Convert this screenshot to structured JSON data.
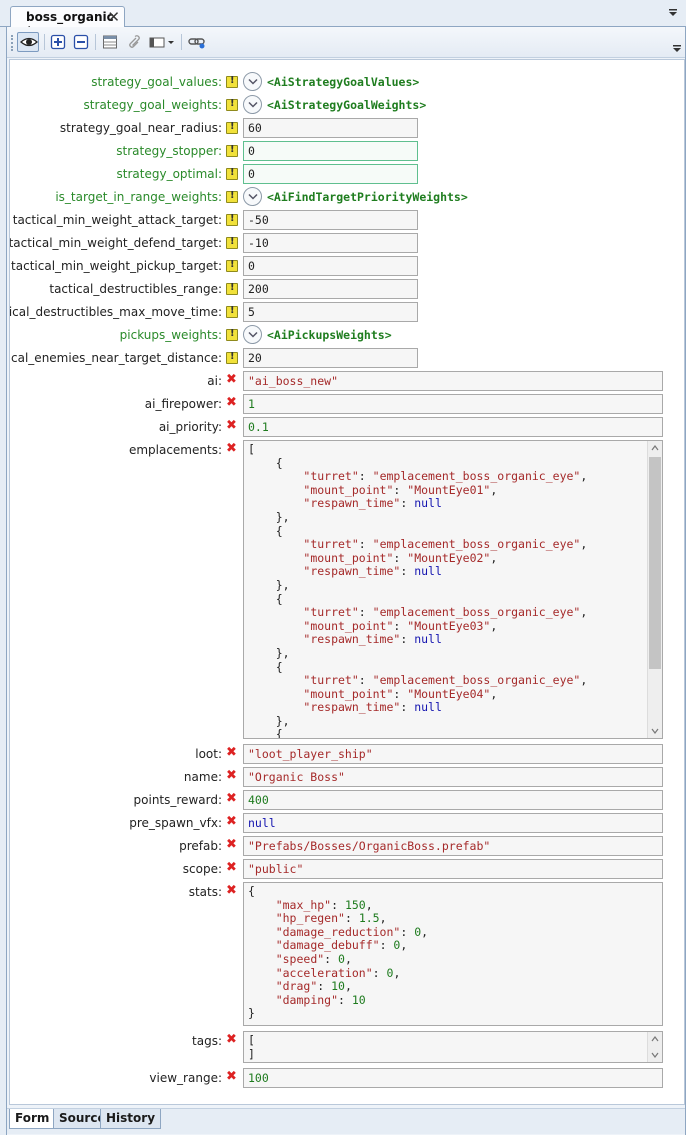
{
  "document_tab": {
    "title": "boss_organic *"
  },
  "toolbar": {
    "buttons": [
      "eye-icon",
      "plus-icon",
      "minus-icon",
      "table-icon",
      "paperclip-icon",
      "property-icon",
      "link-icon"
    ]
  },
  "colors": {
    "label_green": "#2a8a2a",
    "number": "#1e7b1e",
    "string": "#a52a2a",
    "null": "#1515b0",
    "error": "#dd2222"
  },
  "fields": [
    {
      "label": "strategy_goal_values:",
      "green": true,
      "badge": "warn",
      "kind": "object",
      "type": "<AiStrategyGoalValues>"
    },
    {
      "label": "strategy_goal_weights:",
      "green": true,
      "badge": "warn",
      "kind": "object",
      "type": "<AiStrategyGoalWeights>"
    },
    {
      "label": "strategy_goal_near_radius:",
      "green": false,
      "badge": "warn",
      "kind": "short",
      "value": "60",
      "vclass": "v-plain"
    },
    {
      "label": "strategy_stopper:",
      "green": true,
      "badge": "warn",
      "kind": "short",
      "value": "0",
      "vclass": "v-plain",
      "highlight": true
    },
    {
      "label": "strategy_optimal:",
      "green": true,
      "badge": "warn",
      "kind": "short",
      "value": "0",
      "vclass": "v-plain",
      "highlight": true
    },
    {
      "label": "is_target_in_range_weights:",
      "green": true,
      "badge": "warn",
      "kind": "object",
      "type": "<AiFindTargetPriorityWeights>"
    },
    {
      "label": "tactical_min_weight_attack_target:",
      "green": false,
      "badge": "warn",
      "kind": "short",
      "value": "-50",
      "vclass": "v-plain"
    },
    {
      "label": "tactical_min_weight_defend_target:",
      "green": false,
      "badge": "warn",
      "kind": "short",
      "value": "-10",
      "vclass": "v-plain"
    },
    {
      "label": "tactical_min_weight_pickup_target:",
      "green": false,
      "badge": "warn",
      "kind": "short",
      "value": "0",
      "vclass": "v-plain"
    },
    {
      "label": "tactical_destructibles_range:",
      "green": false,
      "badge": "warn",
      "kind": "short",
      "value": "200",
      "vclass": "v-plain"
    },
    {
      "label": "tactical_destructibles_max_move_time:",
      "green": false,
      "badge": "warn",
      "kind": "short",
      "value": "5",
      "vclass": "v-plain"
    },
    {
      "label": "pickups_weights:",
      "green": true,
      "badge": "warn",
      "kind": "object",
      "type": "<AiPickupsWeights>"
    },
    {
      "label": "tactical_enemies_near_target_distance:",
      "green": false,
      "badge": "warn",
      "kind": "short",
      "value": "20",
      "vclass": "v-plain"
    },
    {
      "label": "ai:",
      "green": false,
      "badge": "err",
      "kind": "long",
      "value": "\"ai_boss_new\"",
      "vclass": "v-str"
    },
    {
      "label": "ai_firepower:",
      "green": false,
      "badge": "err",
      "kind": "long",
      "value": "1",
      "vclass": "v-num"
    },
    {
      "label": "ai_priority:",
      "green": false,
      "badge": "err",
      "kind": "long",
      "value": "0.1",
      "vclass": "v-num"
    },
    {
      "label": "emplacements:",
      "green": false,
      "badge": "err",
      "kind": "code",
      "code": "emplacements"
    },
    {
      "label": "loot:",
      "green": false,
      "badge": "err",
      "kind": "long",
      "value": "\"loot_player_ship\"",
      "vclass": "v-str"
    },
    {
      "label": "name:",
      "green": false,
      "badge": "err",
      "kind": "long",
      "value": "\"Organic Boss\"",
      "vclass": "v-str"
    },
    {
      "label": "points_reward:",
      "green": false,
      "badge": "err",
      "kind": "long",
      "value": "400",
      "vclass": "v-num"
    },
    {
      "label": "pre_spawn_vfx:",
      "green": false,
      "badge": "err",
      "kind": "long",
      "value": "null",
      "vclass": "v-null"
    },
    {
      "label": "prefab:",
      "green": false,
      "badge": "err",
      "kind": "long",
      "value": "\"Prefabs/Bosses/OrganicBoss.prefab\"",
      "vclass": "v-str"
    },
    {
      "label": "scope:",
      "green": false,
      "badge": "err",
      "kind": "long",
      "value": "\"public\"",
      "vclass": "v-str"
    },
    {
      "label": "stats:",
      "green": false,
      "badge": "err",
      "kind": "code",
      "code": "stats"
    },
    {
      "label": "tags:",
      "green": false,
      "badge": "err",
      "kind": "code",
      "code": "tags"
    },
    {
      "label": "view_range:",
      "green": false,
      "badge": "err",
      "kind": "long",
      "value": "100",
      "vclass": "v-num"
    }
  ],
  "code": {
    "emplacements": [
      [
        [
          "p",
          "["
        ]
      ],
      [
        [
          "p",
          "    {"
        ]
      ],
      [
        [
          "p",
          "        "
        ],
        [
          "k",
          "\"turret\""
        ],
        [
          "p",
          ": "
        ],
        [
          "k",
          "\"emplacement_boss_organic_eye\""
        ],
        [
          "p",
          ","
        ]
      ],
      [
        [
          "p",
          "        "
        ],
        [
          "k",
          "\"mount_point\""
        ],
        [
          "p",
          ": "
        ],
        [
          "k",
          "\"MountEye01\""
        ],
        [
          "p",
          ","
        ]
      ],
      [
        [
          "p",
          "        "
        ],
        [
          "k",
          "\"respawn_time\""
        ],
        [
          "p",
          ": "
        ],
        [
          "nl",
          "null"
        ]
      ],
      [
        [
          "p",
          "    },"
        ]
      ],
      [
        [
          "p",
          "    {"
        ]
      ],
      [
        [
          "p",
          "        "
        ],
        [
          "k",
          "\"turret\""
        ],
        [
          "p",
          ": "
        ],
        [
          "k",
          "\"emplacement_boss_organic_eye\""
        ],
        [
          "p",
          ","
        ]
      ],
      [
        [
          "p",
          "        "
        ],
        [
          "k",
          "\"mount_point\""
        ],
        [
          "p",
          ": "
        ],
        [
          "k",
          "\"MountEye02\""
        ],
        [
          "p",
          ","
        ]
      ],
      [
        [
          "p",
          "        "
        ],
        [
          "k",
          "\"respawn_time\""
        ],
        [
          "p",
          ": "
        ],
        [
          "nl",
          "null"
        ]
      ],
      [
        [
          "p",
          "    },"
        ]
      ],
      [
        [
          "p",
          "    {"
        ]
      ],
      [
        [
          "p",
          "        "
        ],
        [
          "k",
          "\"turret\""
        ],
        [
          "p",
          ": "
        ],
        [
          "k",
          "\"emplacement_boss_organic_eye\""
        ],
        [
          "p",
          ","
        ]
      ],
      [
        [
          "p",
          "        "
        ],
        [
          "k",
          "\"mount_point\""
        ],
        [
          "p",
          ": "
        ],
        [
          "k",
          "\"MountEye03\""
        ],
        [
          "p",
          ","
        ]
      ],
      [
        [
          "p",
          "        "
        ],
        [
          "k",
          "\"respawn_time\""
        ],
        [
          "p",
          ": "
        ],
        [
          "nl",
          "null"
        ]
      ],
      [
        [
          "p",
          "    },"
        ]
      ],
      [
        [
          "p",
          "    {"
        ]
      ],
      [
        [
          "p",
          "        "
        ],
        [
          "k",
          "\"turret\""
        ],
        [
          "p",
          ": "
        ],
        [
          "k",
          "\"emplacement_boss_organic_eye\""
        ],
        [
          "p",
          ","
        ]
      ],
      [
        [
          "p",
          "        "
        ],
        [
          "k",
          "\"mount_point\""
        ],
        [
          "p",
          ": "
        ],
        [
          "k",
          "\"MountEye04\""
        ],
        [
          "p",
          ","
        ]
      ],
      [
        [
          "p",
          "        "
        ],
        [
          "k",
          "\"respawn_time\""
        ],
        [
          "p",
          ": "
        ],
        [
          "nl",
          "null"
        ]
      ],
      [
        [
          "p",
          "    },"
        ]
      ],
      [
        [
          "p",
          "    {"
        ]
      ]
    ],
    "stats": [
      [
        [
          "p",
          "{"
        ]
      ],
      [
        [
          "p",
          "    "
        ],
        [
          "k",
          "\"max_hp\""
        ],
        [
          "p",
          ": "
        ],
        [
          "n",
          "150"
        ],
        [
          "p",
          ","
        ]
      ],
      [
        [
          "p",
          "    "
        ],
        [
          "k",
          "\"hp_regen\""
        ],
        [
          "p",
          ": "
        ],
        [
          "n",
          "1.5"
        ],
        [
          "p",
          ","
        ]
      ],
      [
        [
          "p",
          "    "
        ],
        [
          "k",
          "\"damage_reduction\""
        ],
        [
          "p",
          ": "
        ],
        [
          "n",
          "0"
        ],
        [
          "p",
          ","
        ]
      ],
      [
        [
          "p",
          "    "
        ],
        [
          "k",
          "\"damage_debuff\""
        ],
        [
          "p",
          ": "
        ],
        [
          "n",
          "0"
        ],
        [
          "p",
          ","
        ]
      ],
      [
        [
          "p",
          "    "
        ],
        [
          "k",
          "\"speed\""
        ],
        [
          "p",
          ": "
        ],
        [
          "n",
          "0"
        ],
        [
          "p",
          ","
        ]
      ],
      [
        [
          "p",
          "    "
        ],
        [
          "k",
          "\"acceleration\""
        ],
        [
          "p",
          ": "
        ],
        [
          "n",
          "0"
        ],
        [
          "p",
          ","
        ]
      ],
      [
        [
          "p",
          "    "
        ],
        [
          "k",
          "\"drag\""
        ],
        [
          "p",
          ": "
        ],
        [
          "n",
          "10"
        ],
        [
          "p",
          ","
        ]
      ],
      [
        [
          "p",
          "    "
        ],
        [
          "k",
          "\"damping\""
        ],
        [
          "p",
          ": "
        ],
        [
          "n",
          "10"
        ]
      ],
      [
        [
          "p",
          "}"
        ]
      ]
    ],
    "tags": [
      [
        [
          "p",
          "["
        ]
      ],
      [
        [
          "p",
          "]"
        ]
      ]
    ]
  },
  "bottom_tabs": [
    {
      "label": "Form",
      "active": true
    },
    {
      "label": "Source",
      "active": false
    },
    {
      "label": "History",
      "active": false
    }
  ]
}
